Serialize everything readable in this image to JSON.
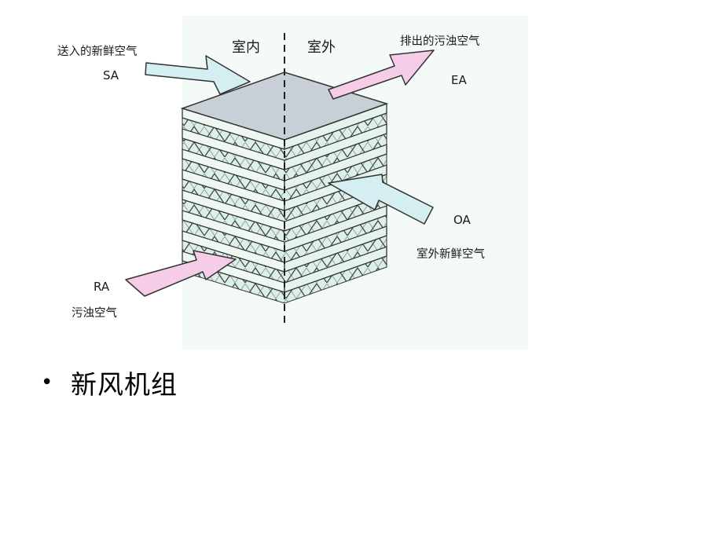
{
  "diagram": {
    "labels": {
      "indoor": "室内",
      "outdoor": "室外",
      "sa_cn": "送入的新鲜空气",
      "sa": "SA",
      "ea_cn": "排出的污浊空气",
      "ea": "EA",
      "oa": "OA",
      "oa_cn": "室外新鲜空气",
      "ra": "RA",
      "ra_cn": "污浊空气"
    },
    "colors": {
      "fresh_air": "#d4eef2",
      "stale_air": "#f6cde8",
      "plate_face": "#dcefe8",
      "top_plate": "#c9cfd6",
      "background_panel": "#f3faf8"
    }
  },
  "bullet": {
    "text": "新风机组"
  }
}
